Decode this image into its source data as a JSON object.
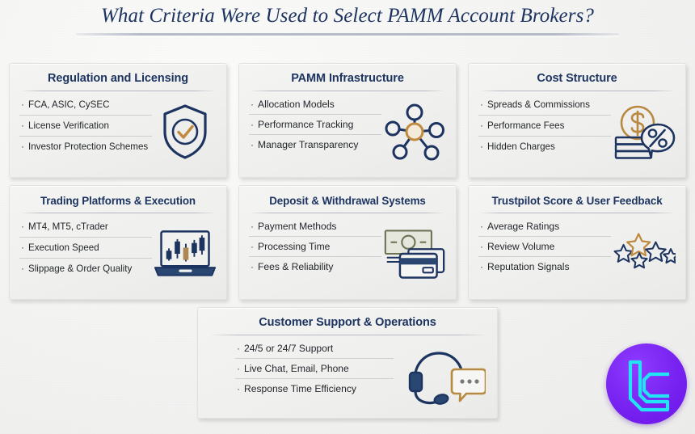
{
  "header": {
    "title": "What Criteria Were Used to Select PAMM Account Brokers?"
  },
  "colors": {
    "navy": "#1d3461",
    "gold": "#b8893f",
    "body_text": "#23262b",
    "card_bg": "#f1f1ef",
    "page_bg": "#f3f3f2",
    "logo_purple": "#7722f0",
    "logo_cyan": "#22e4f5"
  },
  "cards": [
    {
      "id": "regulation-and-licensing",
      "title": "Regulation and Licensing",
      "icon": "shield-check-icon",
      "bullets": [
        "FCA, ASIC, CySEC",
        "License Verification",
        "Investor Protection Schemes"
      ]
    },
    {
      "id": "pamm-infrastructure",
      "title": "PAMM Infrastructure",
      "icon": "network-hub-icon",
      "bullets": [
        "Allocation Models",
        "Performance Tracking",
        "Manager Transparency"
      ]
    },
    {
      "id": "cost-structure",
      "title": "Cost Structure",
      "icon": "coins-dollar-percent-icon",
      "bullets": [
        "Spreads & Commissions",
        "Performance Fees",
        "Hidden Charges"
      ]
    },
    {
      "id": "trading-platforms-and-execution",
      "title": "Trading Platforms & Execution",
      "icon": "laptop-candlestick-chart-icon",
      "bullets": [
        "MT4, MT5, cTrader",
        "Execution Speed",
        "Slippage & Order Quality"
      ]
    },
    {
      "id": "deposit-and-withdrawal-systems",
      "title": "Deposit & Withdrawal Systems",
      "icon": "banknote-credit-card-icon",
      "bullets": [
        "Payment Methods",
        "Processing Time",
        "Fees & Reliability"
      ]
    },
    {
      "id": "trustpilot-score-and-user-feedback",
      "title": "Trustpilot Score & User Feedback",
      "icon": "five-stars-icon",
      "bullets": [
        "Average Ratings",
        "Review Volume",
        "Reputation Signals"
      ]
    },
    {
      "id": "customer-support-and-operations",
      "title": "Customer Support & Operations",
      "icon": "headset-chat-icon",
      "bullets": [
        "24/5 or 24/7 Support",
        "Live Chat, Email, Phone",
        "Response Time Efficiency"
      ]
    }
  ],
  "logo": {
    "name": "lc-monogram-logo",
    "letters": "LC"
  },
  "bullet_marker": "·"
}
